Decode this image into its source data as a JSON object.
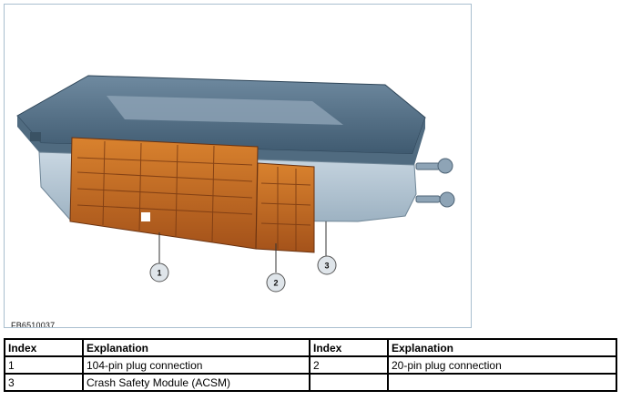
{
  "figure": {
    "figure_id": "FB6510037",
    "callouts": [
      "1",
      "2",
      "3"
    ]
  },
  "legend": {
    "headers": [
      "Index",
      "Explanation",
      "Index",
      "Explanation"
    ],
    "rows": [
      [
        "1",
        "104-pin plug connection",
        "2",
        "20-pin plug connection"
      ],
      [
        "3",
        "Crash Safety Module (ACSM)",
        "",
        ""
      ]
    ]
  },
  "colors": {
    "connector": "#c0661c",
    "housing": "#a8bccb",
    "frame_border": "#a9bfcf"
  }
}
